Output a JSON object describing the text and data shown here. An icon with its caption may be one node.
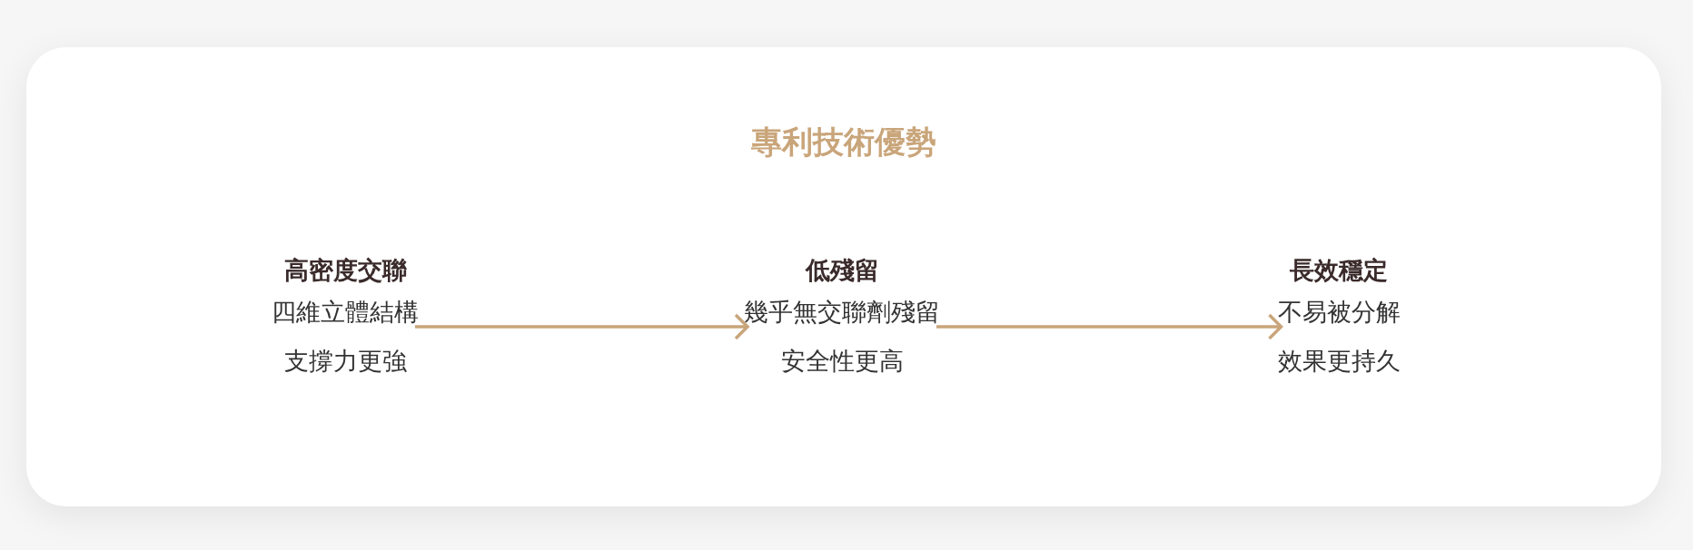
{
  "diagram": {
    "title": "專利技術優勢",
    "nodes": [
      {
        "text": [
          "高密度交聯",
          "四維立體結構",
          "支撐力更強"
        ]
      },
      {
        "text": [
          "低殘留",
          "幾乎無交聯劑殘留",
          "安全性更高"
        ]
      },
      {
        "text": [
          "長效穩定",
          "不易被分解",
          "效果更持久"
        ]
      }
    ],
    "edges": [
      {
        "from": 0,
        "to": 1,
        "arrow": "to"
      },
      {
        "from": 1,
        "to": 2,
        "arrow": "to"
      }
    ]
  }
}
